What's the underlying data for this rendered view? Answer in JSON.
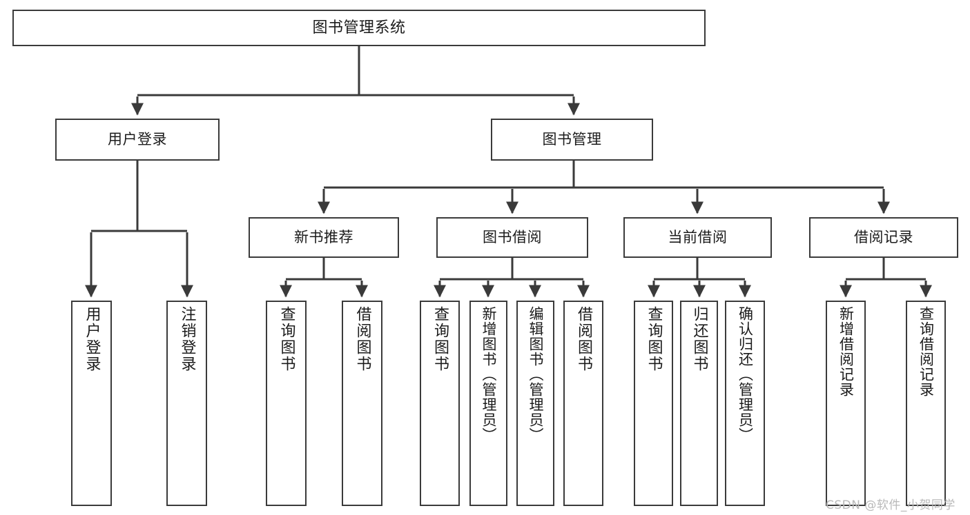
{
  "diagram": {
    "title": "图书管理系统",
    "type": "tree",
    "watermark": "CSDN @软件_小贺同学",
    "colors": {
      "background": "#ffffff",
      "node_fill": "#ffffff",
      "node_border": "#3a3a3a",
      "edge": "#3a3a3a",
      "text": "#1b1b1b",
      "watermark": "#b9b9b9"
    },
    "nodes": {
      "root": {
        "label": "图书管理系统",
        "orientation": "horizontal"
      },
      "level1": [
        {
          "id": "user-login",
          "label": "用户登录",
          "orientation": "horizontal"
        },
        {
          "id": "book-manage",
          "label": "图书管理",
          "orientation": "horizontal"
        }
      ],
      "level2": [
        {
          "id": "new-book-rec",
          "label": "新书推荐",
          "orientation": "horizontal",
          "parent": "book-manage"
        },
        {
          "id": "book-borrow",
          "label": "图书借阅",
          "orientation": "horizontal",
          "parent": "book-manage"
        },
        {
          "id": "current-borrow",
          "label": "当前借阅",
          "orientation": "horizontal",
          "parent": "book-manage"
        },
        {
          "id": "borrow-record",
          "label": "借阅记录",
          "orientation": "horizontal",
          "parent": "book-manage"
        }
      ],
      "leaves": [
        {
          "id": "leaf-user-login",
          "label": "用户登录",
          "orientation": "vertical",
          "parent": "user-login"
        },
        {
          "id": "leaf-logout",
          "label": "注销登录",
          "orientation": "vertical",
          "parent": "user-login"
        },
        {
          "id": "leaf-query-book-1",
          "label": "查询图书",
          "orientation": "vertical",
          "parent": "new-book-rec"
        },
        {
          "id": "leaf-borrow-book-1",
          "label": "借阅图书",
          "orientation": "vertical",
          "parent": "new-book-rec"
        },
        {
          "id": "leaf-query-book-2",
          "label": "查询图书",
          "orientation": "vertical",
          "parent": "book-borrow"
        },
        {
          "id": "leaf-add-book",
          "label": "新增图书（管理员）",
          "orientation": "vertical",
          "parent": "book-borrow"
        },
        {
          "id": "leaf-edit-book",
          "label": "编辑图书（管理员）",
          "orientation": "vertical",
          "parent": "book-borrow"
        },
        {
          "id": "leaf-borrow-book-2",
          "label": "借阅图书",
          "orientation": "vertical",
          "parent": "book-borrow"
        },
        {
          "id": "leaf-query-book-3",
          "label": "查询图书",
          "orientation": "vertical",
          "parent": "current-borrow"
        },
        {
          "id": "leaf-return-book",
          "label": "归还图书",
          "orientation": "vertical",
          "parent": "current-borrow"
        },
        {
          "id": "leaf-confirm-return",
          "label": "确认归还（管理员）",
          "orientation": "vertical",
          "parent": "current-borrow"
        },
        {
          "id": "leaf-add-record",
          "label": "新增借阅记录",
          "orientation": "vertical",
          "parent": "borrow-record"
        },
        {
          "id": "leaf-query-record",
          "label": "查询借阅记录",
          "orientation": "vertical",
          "parent": "borrow-record"
        }
      ]
    }
  }
}
